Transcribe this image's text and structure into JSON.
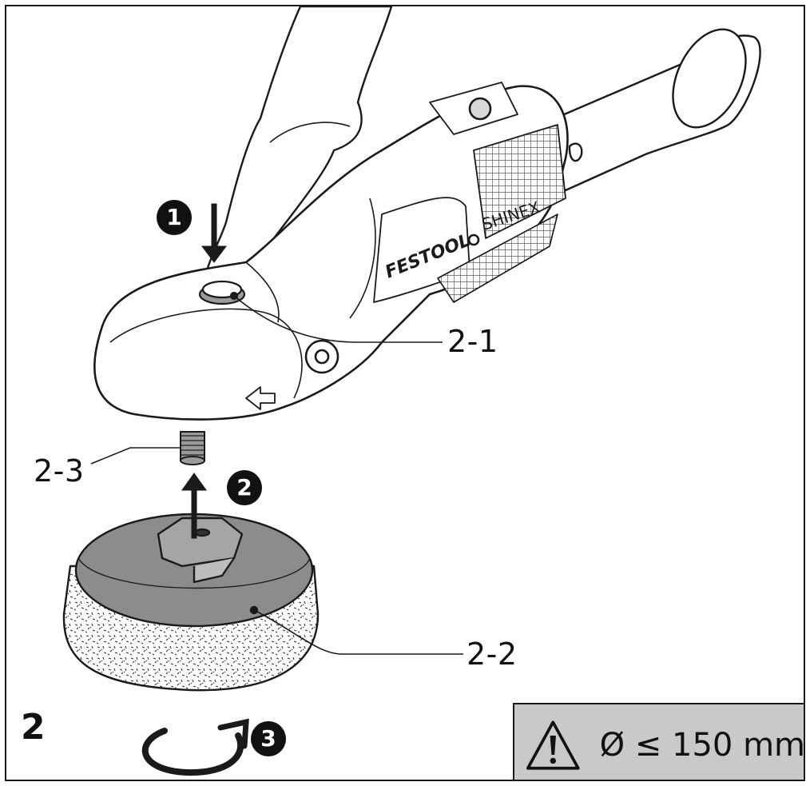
{
  "figure": {
    "number": "2"
  },
  "tool": {
    "brand": "FESTOOL",
    "model": "SHINEX"
  },
  "callouts": {
    "spindle_lock": "2-1",
    "polishing_pad": "2-2",
    "spindle_thread": "2-3"
  },
  "steps": {
    "press_lock": "1",
    "remove_pad": "2",
    "unscrew_direction": "3"
  },
  "warning": {
    "icon": "warning-triangle-icon",
    "spec": "Ø ≤ 150 mm"
  },
  "colors": {
    "line": "#1a1a1a",
    "pad_fill": "#8c8c8c",
    "warning_bg": "#c9c9c9"
  }
}
